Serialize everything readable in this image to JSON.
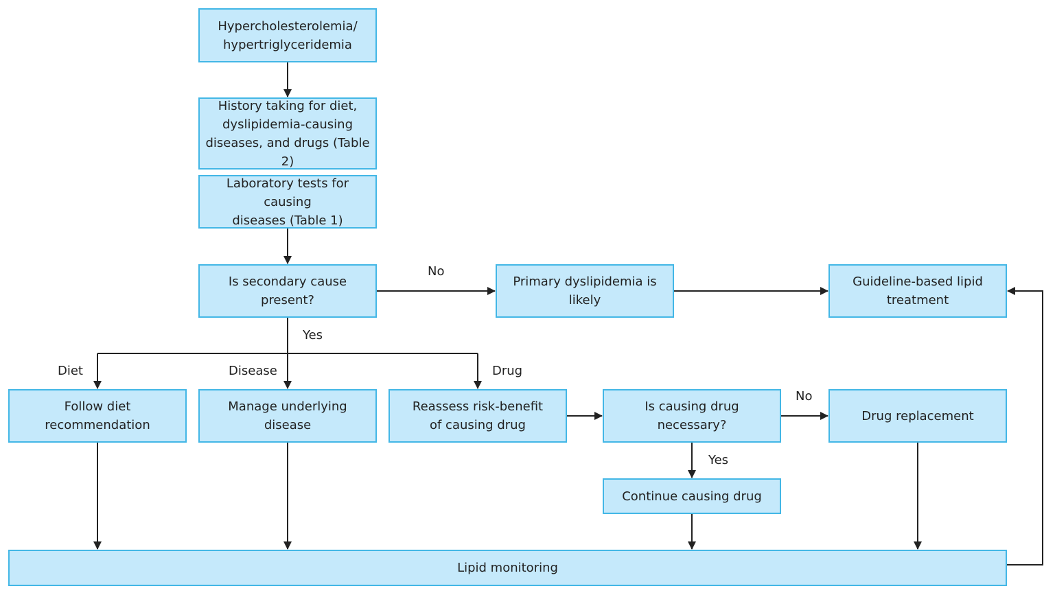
{
  "colors": {
    "box_fill": "#c5e9fb",
    "box_border": "#43b7e6",
    "connector": "#222222"
  },
  "nodes": {
    "hyperlipidemia": [
      "Hypercholesterolemia/",
      "hypertriglyceridemia"
    ],
    "history_taking": [
      "History taking for diet,",
      "dyslipidemia-causing",
      "diseases, and drugs (Table 2)"
    ],
    "lab_tests": [
      "Laboratory tests for causing",
      "diseases (Table 1)"
    ],
    "secondary_cause": [
      "Is secondary cause",
      "present?"
    ],
    "primary_dyslipidemia": [
      "Primary dyslipidemia is",
      "likely"
    ],
    "guideline_treatment": [
      "Guideline-based lipid",
      "treatment"
    ],
    "follow_diet": [
      "Follow diet",
      "recommendation"
    ],
    "manage_disease": [
      "Manage underlying",
      "disease"
    ],
    "reassess_drug": [
      "Reassess risk-benefit",
      "of causing drug"
    ],
    "drug_necessary": [
      "Is causing drug",
      "necessary?"
    ],
    "drug_replacement": [
      "Drug replacement"
    ],
    "continue_drug": [
      "Continue causing drug"
    ],
    "lipid_monitoring": [
      "Lipid monitoring"
    ]
  },
  "edge_labels": {
    "no_primary": "No",
    "yes_secondary": "Yes",
    "diet": "Diet",
    "disease": "Disease",
    "drug": "Drug",
    "no_replacement": "No",
    "yes_continue": "Yes"
  }
}
